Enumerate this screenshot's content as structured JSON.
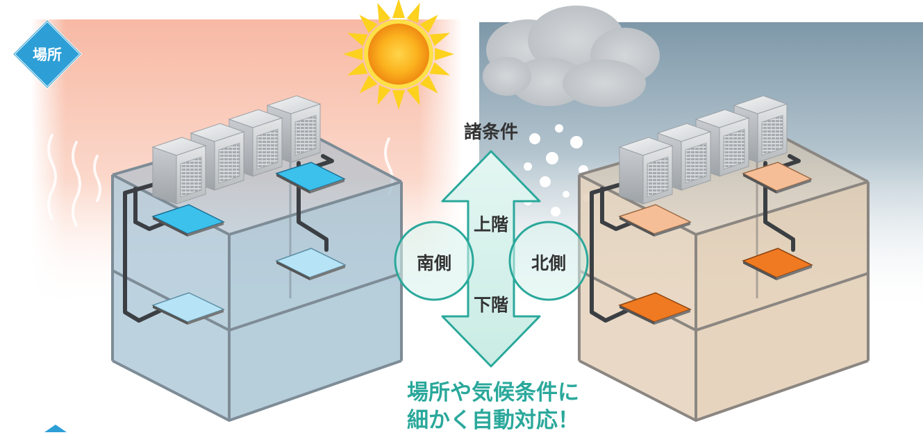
{
  "badge": {
    "label": "場所",
    "color": "#2d9fd6"
  },
  "center": {
    "heading": "諸条件",
    "upper": "上階",
    "lower": "下階",
    "south": "南側",
    "north": "北側"
  },
  "caption": {
    "line1": "場所や気候条件に",
    "line2": "細かく自動対応！"
  },
  "colors": {
    "teal": "#2aa89b",
    "arrow_fill": "#d7f2ec",
    "warm_bg": "#f9c9b6",
    "cool_bg": "#8ea8b8",
    "panel_blue_active": "#3cc1ec",
    "panel_blue_light": "#b6e3f6",
    "panel_orange_active": "#ef7a21",
    "panel_orange_light": "#f6be96"
  },
  "icons": [
    "sun-icon",
    "cloud-icon",
    "heat-waves-icon",
    "rain-dots-icon",
    "outdoor-unit-icon",
    "indoor-panel-icon"
  ]
}
